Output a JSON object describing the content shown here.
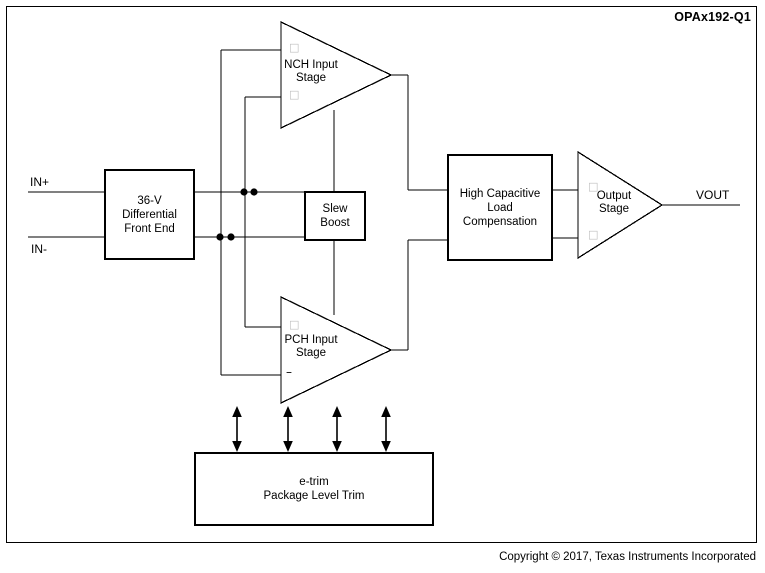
{
  "part_number": "OPAx192-Q1",
  "copyright": "Copyright © 2017, Texas Instruments Incorporated",
  "pins": {
    "in_positive": "IN+",
    "in_negative": "IN-",
    "vout": "VOUT"
  },
  "blocks": {
    "front_end": "36-V\nDifferential\nFront End",
    "slew_boost": "Slew\nBoost",
    "hclc": "High Capacitive\nLoad\nCompensation",
    "etrim": "e-trim\nPackage Level Trim"
  },
  "stages": {
    "nch": "NCH Input\nStage",
    "pch": "PCH Input\nStage",
    "output": "Output\nStage"
  },
  "signs": {
    "nch_plus": "□",
    "nch_minus": "□",
    "pch_plus": "□",
    "pch_minus": "–",
    "out_plus": "□",
    "out_minus": "□"
  },
  "colors": {
    "line": "#000000",
    "background": "#ffffff",
    "text": "#000000",
    "sign_faint": "#bdbdbd"
  }
}
